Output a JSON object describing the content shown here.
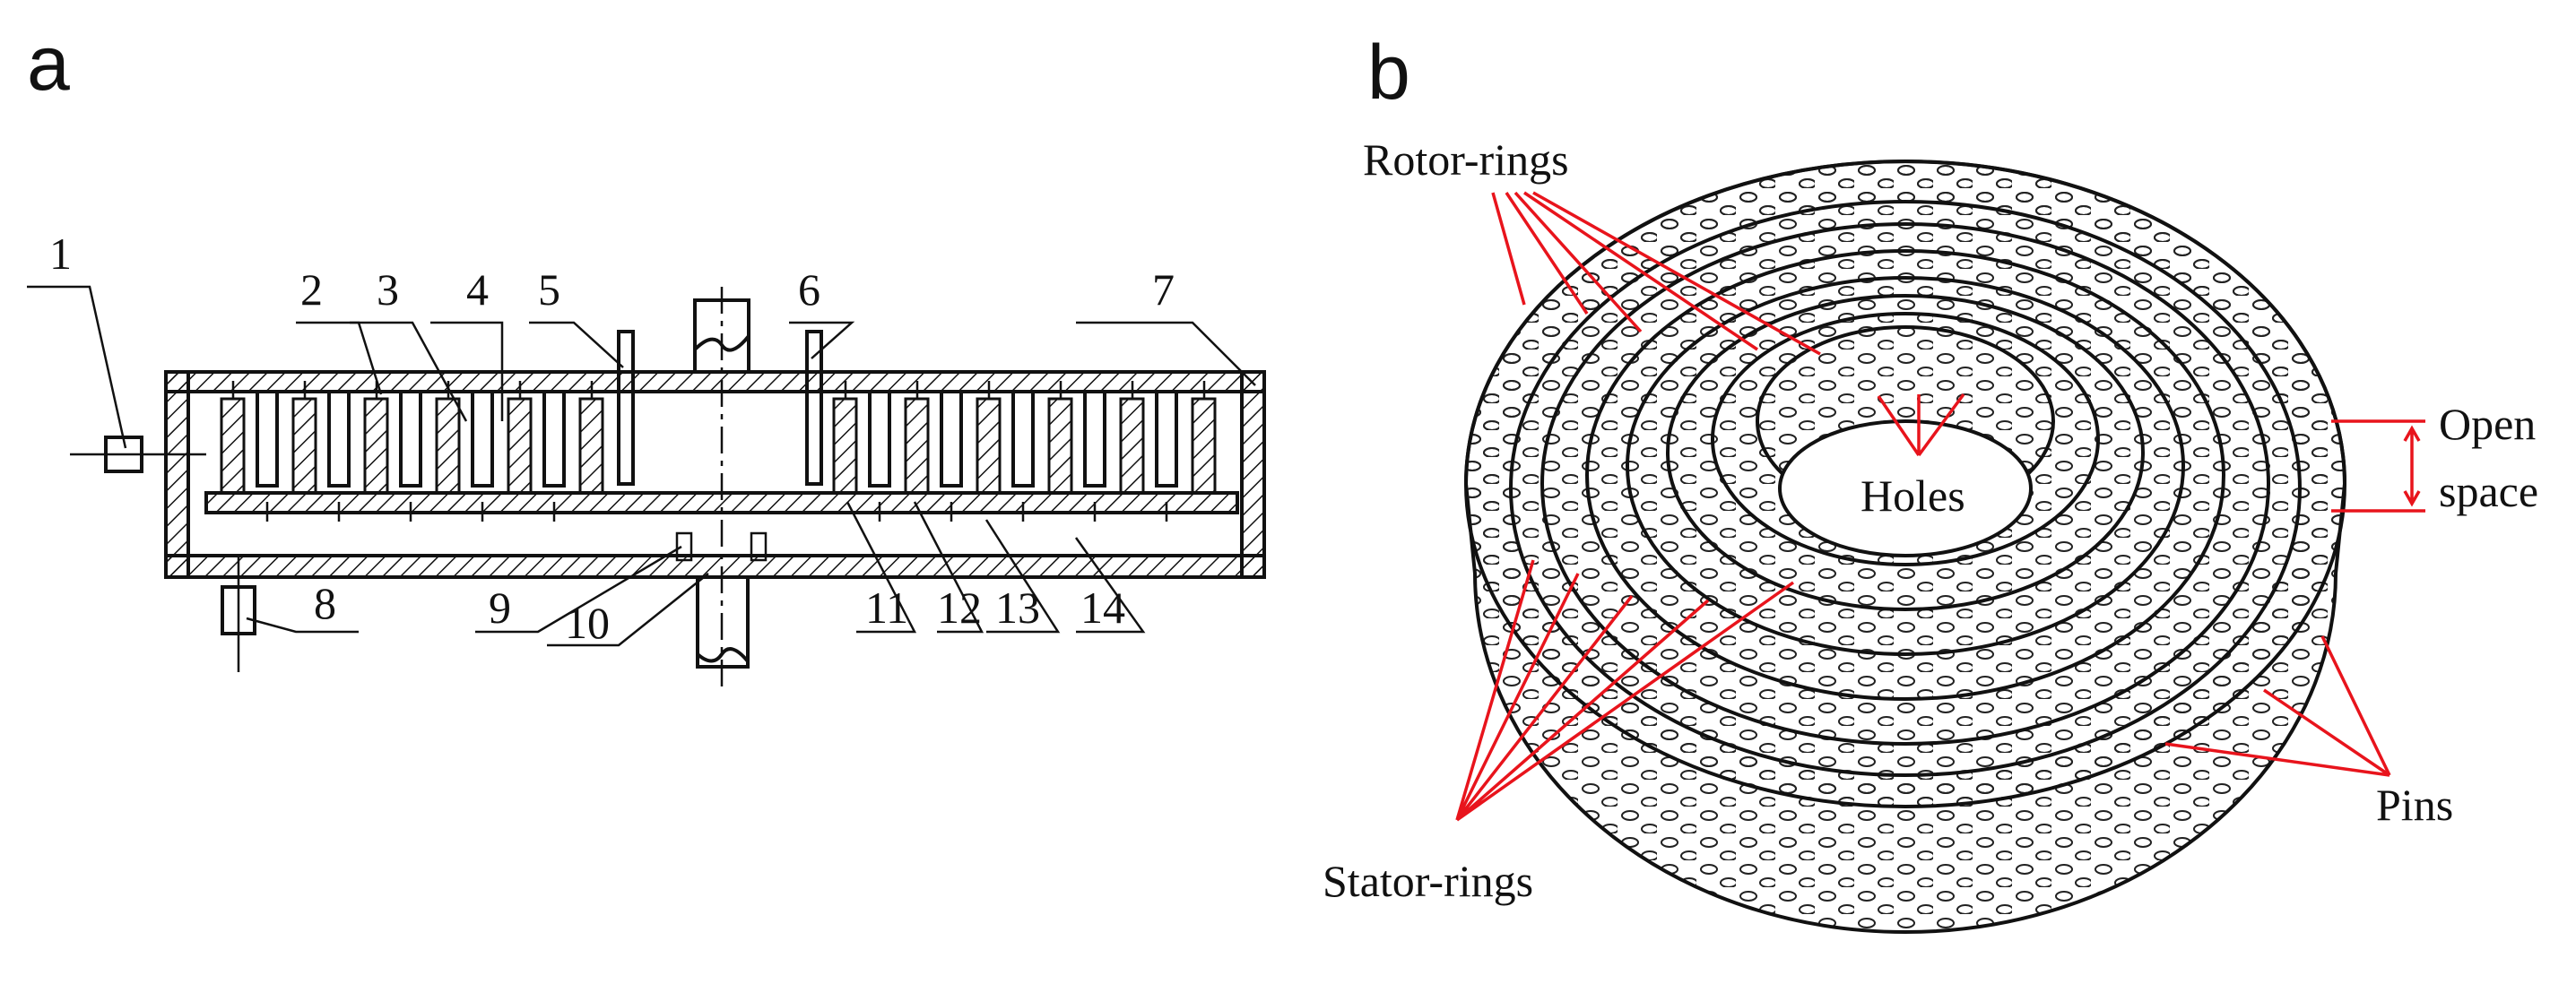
{
  "panels": {
    "a": {
      "letter": "a",
      "part_numbers": [
        "1",
        "2",
        "3",
        "4",
        "5",
        "6",
        "7",
        "8",
        "9",
        "10",
        "11",
        "12",
        "13",
        "14"
      ]
    },
    "b": {
      "letter": "b",
      "labels": {
        "rotor_rings": "Rotor-rings",
        "holes": "Holes",
        "open": "Open",
        "space": "space",
        "pins": "Pins",
        "stator_rings": "Stator-rings"
      }
    }
  },
  "colors": {
    "line": "#111111",
    "annotation": "#e8141c"
  }
}
